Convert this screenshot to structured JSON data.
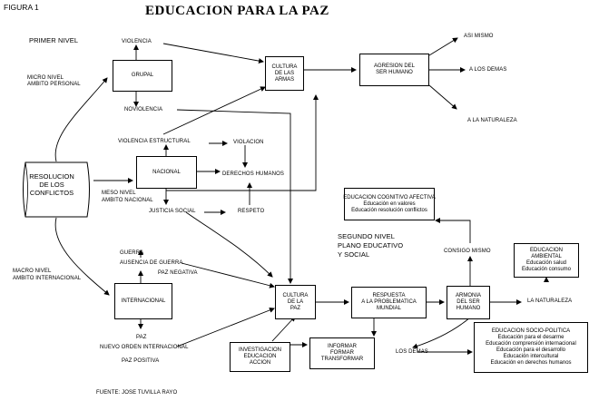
{
  "figure_label": "FIGURA 1",
  "title": "EDUCACION PARA LA PAZ",
  "source": "FUENTE: JOSE TUVILLA RAYO",
  "levels": {
    "primer_nivel": "PRIMER NIVEL",
    "micro_1": "MICRO NIVEL",
    "micro_2": "AMBITO PERSONAL",
    "meso_1": "MESO NIVEL",
    "meso_2": "AMBITO NACIONAL",
    "macro_1": "MACRO NIVEL",
    "macro_2": "AMBITO INTERNACIONAL",
    "segundo_1": "SEGUNDO NIVEL",
    "segundo_2": "PLANO EDUCATIVO",
    "segundo_3": "Y SOCIAL"
  },
  "resolucion": [
    "RESOLUCION",
    "DE LOS",
    "CONFLICTOS"
  ],
  "boxes": {
    "grupal": [
      "GRUPAL"
    ],
    "nacional": [
      "NACIONAL"
    ],
    "internacional": [
      "INTERNACIONAL"
    ],
    "cultura_armas": [
      "CULTURA",
      "DE LAS",
      "ARMAS"
    ],
    "agresion": [
      "AGRESION DEL",
      "SER HUMANO"
    ],
    "cultura_paz": [
      "CULTURA",
      "DE LA",
      "PAZ"
    ],
    "respuesta": [
      "RESPUESTA",
      "A LA PROBLEMATICA",
      "MUNDIAL"
    ],
    "armonia": [
      "ARMONIA",
      "DEL SER",
      "HUMANO"
    ],
    "investigacion": [
      "INVESTIGACION",
      "EDUCACION",
      "ACCION"
    ],
    "informar": [
      "INFORMAR",
      "FORMAR",
      "TRANSFORMAR"
    ],
    "edu_cognitivo": [
      "EDUCACION COGNITIVO AFECTIVA",
      "Educación en valores",
      "Educación resolución conflictos"
    ],
    "edu_ambiental": [
      "EDUCACION",
      "AMBIENTAL",
      "Educación salud",
      "Educación consumo"
    ],
    "edu_sociopolitica": [
      "EDUCACION SOCIO-POLITICA",
      "Educación para el desarme",
      "Educación comprensión internacional",
      "Educación para el desarrollo",
      "Educación intercultural",
      "Educación en derechos humanos"
    ]
  },
  "labels": {
    "violencia": "VIOLENCIA",
    "noviolencia": "NOVIOLENCIA",
    "violencia_estructural": "VIOLENCIA ESTRUCTURAL",
    "violacion": "VIOLACION",
    "derechos_humanos": "DERECHOS HUMANOS",
    "justicia_social": "JUSTICIA SOCIAL",
    "respeto": "RESPETO",
    "guerra": "GUERRA",
    "ausencia_guerra": "AUSENCIA DE GUERRA",
    "paz_negativa": "PAZ NEGATIVA",
    "paz": "PAZ",
    "nuevo_orden": "NUEVO ORDEN INTERNACIONAL",
    "paz_positiva": "PAZ POSITIVA",
    "asi_mismo": "ASI MISMO",
    "a_los_demas": "A LOS DEMAS",
    "a_la_naturaleza": "A LA NATURALEZA",
    "consigo_mismo": "CONSIGO MISMO",
    "la_naturaleza": "LA NATURALEZA",
    "los_demas": "LOS DEMAS"
  }
}
